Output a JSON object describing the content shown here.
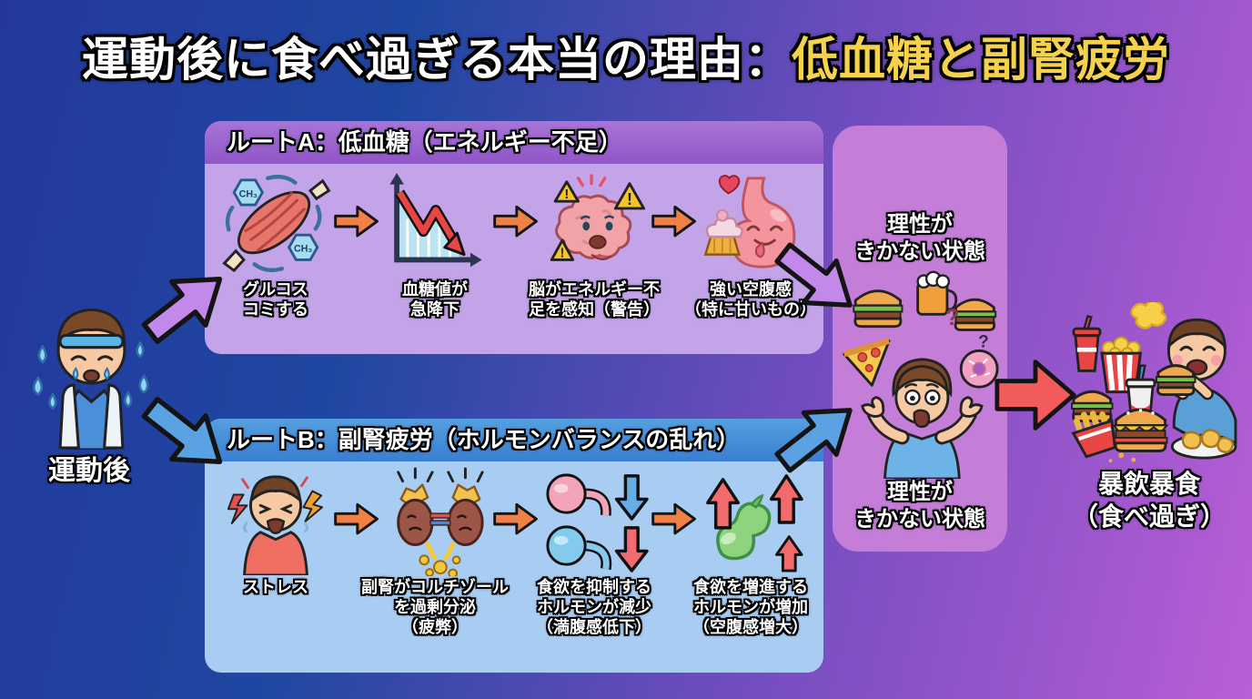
{
  "title": {
    "white": "運動後に食べ過ぎる本当の理由：",
    "yellow": "低血糖と副腎疲労"
  },
  "start": {
    "label": "運動後",
    "icon": "exhausted-athlete-icon"
  },
  "route_a": {
    "header": "ルートA：低血糖（エネルギー不足）",
    "molecule": "CH₃",
    "steps": [
      {
        "icon": "muscle-glucose-icon",
        "label": "グルコス\nコミする"
      },
      {
        "icon": "blood-sugar-drop-chart-icon",
        "label": "血糖値が\n急降下"
      },
      {
        "icon": "brain-warning-icon",
        "label": "脳がエネルギー不\n足を感知（警告）"
      },
      {
        "icon": "stomach-sweet-craving-icon",
        "label": "強い空腹感\n（特に甘いもの）"
      }
    ]
  },
  "route_b": {
    "header": "ルートB：副腎疲労（ホルモンバランスの乱れ）",
    "steps": [
      {
        "icon": "stressed-person-icon",
        "label": "ストレス"
      },
      {
        "icon": "adrenal-cortisol-icon",
        "label": "副腎がコルチゾール\nを過剰分泌\n（疲弊）"
      },
      {
        "icon": "hormone-decrease-icon",
        "label": "食欲を抑制する\nホルモンが減少\n（満腹感低下）"
      },
      {
        "icon": "hormone-increase-icon",
        "label": "食欲を増進する\nホルモンが増加\n（空腹感増大）"
      }
    ]
  },
  "convergence": {
    "top_label": "理性が\nきかない状態",
    "bottom_label": "理性が\nきかない状態",
    "qmark1": "?",
    "qmark2": "?",
    "icon": "confused-overwhelmed-person-icon"
  },
  "result": {
    "label": "暴飲暴食\n（食べ過ぎ）",
    "icon": "binge-eating-scene-icon"
  },
  "colors": {
    "bg_left": "#24389c",
    "bg_right": "#b95ed6",
    "title_highlight": "#f5d24c",
    "route_a_header": "#9a63cf",
    "route_a_body": "#c3a4e9",
    "route_b_header": "#3f86d6",
    "route_b_body": "#a9cdf2",
    "convergence_box": "#c47ed8",
    "flow_arrow": "#ef8147",
    "route_a_connector": "#c289ea",
    "route_b_connector": "#5ba2e2",
    "result_arrow": "#f15b5b"
  }
}
